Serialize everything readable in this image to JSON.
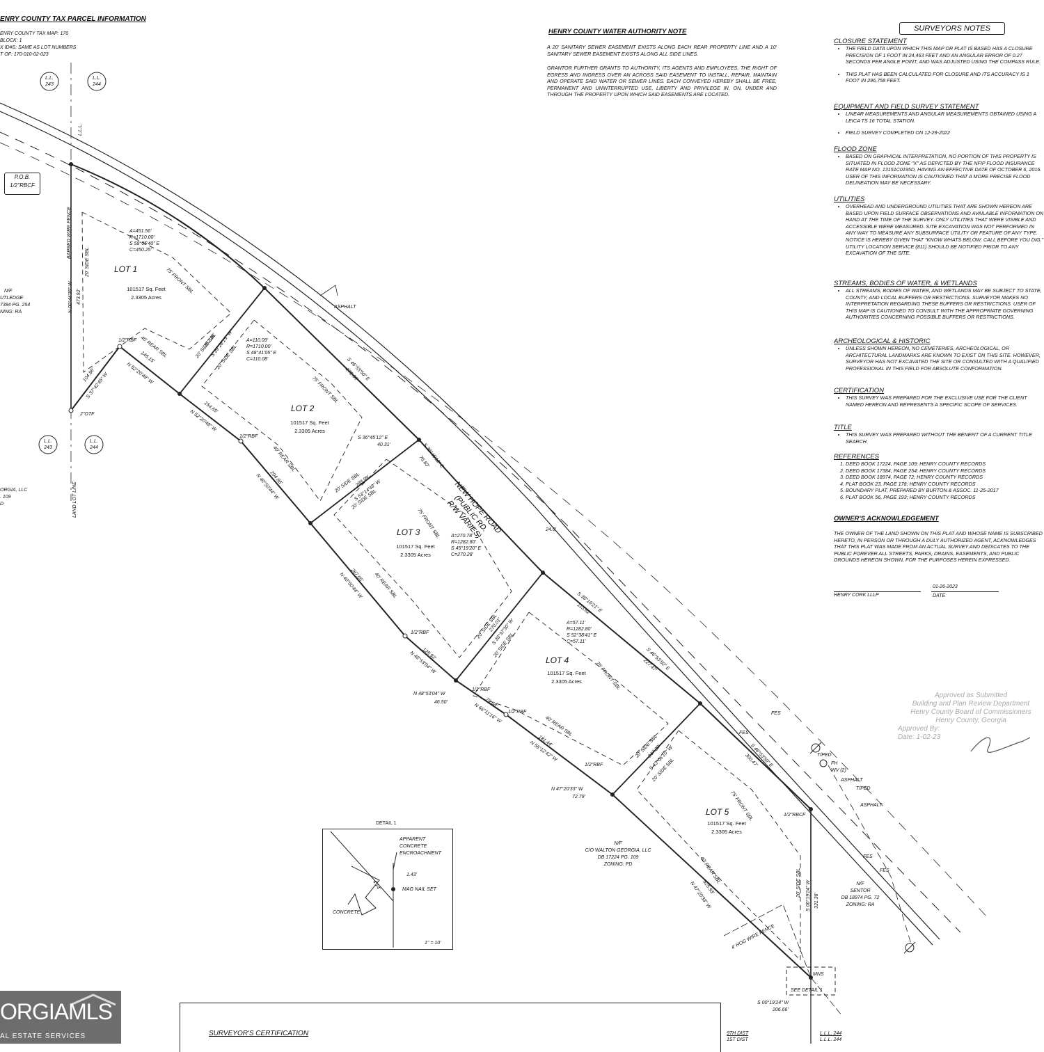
{
  "header_left": {
    "title": "ENRY COUNTY TAX PARCEL INFORMATION",
    "lines": [
      "ENRY COUNTY TAX MAP: 170",
      "BLOCK: 1",
      "X ID#S: SAME AS LOT NUMBERS",
      "T OF: 170-010-02-023"
    ]
  },
  "water_authority": {
    "title": "HENRY COUNTY WATER AUTHORITY NOTE",
    "p1": "A 20' SANITARY SEWER EASEMENT EXISTS ALONG EACH REAR PROPERTY LINE AND A 10' SANITARY SEWER EASEMENT EXISTS ALONG ALL SIDE LINES.",
    "p2": "GRANTOR FURTHER GRANTS TO AUTHORITY, ITS AGENTS AND EMPLOYEES, THE RIGHT OF EGRESS AND INGRESS OVER AN ACROSS SAID EASEMENT TO INSTALL, REPAIR, MAINTAIN AND OPERATE SAID WATER OR SEWER LINES. EACH CONVEYED HEREBY SHALL BE FREE, PERMANENT AND UNINTERRUPTED USE, LIBERTY AND PRIVILEGE IN, ON, UNDER AND THROUGH THE PROPERTY UPON WHICH SAID EASEMENTS ARE LOCATED."
  },
  "surveyors_notes": {
    "title": "SURVEYORS NOTES",
    "closure": {
      "title": "CLOSURE STATEMENT",
      "items": [
        "THE FIELD DATA UPON WHICH THIS MAP OR PLAT IS BASED HAS A CLOSURE PRECISION OF 1 FOOT IN 24,463 FEET AND AN ANGULAR ERROR OF 0.27 SECONDS PER ANGLE POINT, AND WAS ADJUSTED USING THE COMPASS RULE.",
        "THIS PLAT HAS BEEN CALCULATED FOR CLOSURE AND ITS ACCURACY IS 1 FOOT IN 296,758 FEET."
      ]
    },
    "equipment": {
      "title": "EQUIPMENT AND FIELD SURVEY STATEMENT",
      "items": [
        "LINEAR MEASUREMENTS AND ANGULAR MEASUREMENTS OBTAINED USING A LEICA TS 16 TOTAL STATION.",
        "FIELD SURVEY COMPLETED ON 12-29-2022"
      ]
    },
    "flood": {
      "title": "FLOOD ZONE",
      "items": [
        "BASED ON GRAPHICAL INTERPRETATION, NO PORTION OF THIS PROPERTY IS SITUATED IN FLOOD ZONE \"X\" AS DEPICTED BY THE NFIP FLOOD INSURANCE RATE MAP NO. 13151C0195D, HAVING AN EFFECTIVE DATE OF OCTOBER 6, 2016. USER OF THIS INFORMATION IS CAUTIONED THAT A MORE PRECISE FLOOD DELINEATION MAY BE NECESSARY."
      ]
    },
    "utilities": {
      "title": "UTILITIES",
      "items": [
        "OVERHEAD AND UNDERGROUND UTILITIES THAT ARE SHOWN HEREON ARE BASED UPON FIELD SURFACE OBSERVATIONS AND AVAILABLE INFORMATION ON HAND AT THE TIME OF THE SURVEY. ONLY UTILITIES THAT WERE VISIBLE AND ACCESSIBLE WERE MEASURED. SITE EXCAVATION WAS NOT PERFORMED IN ANY WAY TO MEASURE ANY SUBSURFACE UTILITY OR FEATURE OF ANY TYPE. NOTICE IS HEREBY GIVEN THAT \"KNOW WHATS BELOW. CALL BEFORE YOU DIG.\" UTILITY LOCATION SERVICE (811) SHOULD BE NOTIFIED PRIOR TO ANY EXCAVATION OF THE SITE."
      ]
    },
    "streams": {
      "title": "STREAMS, BODIES OF WATER, & WETLANDS",
      "items": [
        "ALL STREAMS, BODIES OF WATER, AND WETLANDS MAY BE SUBJECT TO STATE, COUNTY, AND LOCAL BUFFERS OR RESTRICTIONS. SURVEYOR MAKES NO INTERPRETATION REGARDING THESE BUFFERS OR RESTRICTIONS. USER OF THIS MAP IS CAUTIONED TO CONSULT WITH THE APPROPRIATE GOVERNING AUTHORITIES CONCERNING POSSIBLE BUFFERS OR RESTRICTIONS."
      ]
    },
    "archeological": {
      "title": "ARCHEOLOGICAL & HISTORIC",
      "items": [
        "UNLESS SHOWN HEREON, NO CEMETERIES, ARCHEOLOGICAL, OR ARCHITECTURAL LANDMARKS ARE KNOWN TO EXIST ON THIS SITE. HOWEVER, SURVEYOR HAS NOT EXCAVATED THE SITE OR CONSULTED WITH A QUALIFIED PROFESSIONAL IN THIS FIELD FOR ABSOLUTE CONFORMATION."
      ]
    },
    "certification": {
      "title": "CERTIFICATION",
      "items": [
        "THIS SURVEY WAS PREPARED FOR THE EXCLUSIVE USE FOR THE CLIENT NAMED HEREON AND REPRESENTS A SPECIFIC SCOPE OF SERVICES."
      ]
    },
    "title_sec": {
      "title": "TITLE",
      "items": [
        "THIS SURVEY WAS PREPARED WITHOUT THE BENEFIT OF A CURRENT TITLE SEARCH."
      ]
    },
    "references": {
      "title": "REFERENCES",
      "items": [
        "DEED BOOK 17224, PAGE 109; HENRY COUNTY RECORDS",
        "DEED BOOK 17384, PAGE 254; HENRY COUNTY RECORDS",
        "DEED BOOK 18974, PAGE 72; HENRY COUNTY RECORDS",
        "PLAT BOOK 23, PAGE 178; HENRY COUNTY RECORDS",
        "BOUNDARY PLAT, PREPARED BY BURTON & ASSOC. 11-25-2017",
        "PLAT BOOK 56, PAGE 193; HENRY COUNTY RECORDS"
      ]
    },
    "owners": {
      "title": "OWNER'S ACKNOWLEDGEMENT",
      "text": "THE OWNER OF THE LAND SHOWN ON THIS PLAT AND WHOSE NAME IS SUBSCRIBED HERETO, IN PERSON OR THROUGH A DULY AUTHORIZED AGENT, ACKNOWLEDGES THAT THIS PLAT WAS MADE FROM AN ACTUAL SURVEY AND DEDICATES TO THE PUBLIC FOREVER ALL STREETS, PARKS, DRAINS, EASEMENTS, AND PUBLIC GROUNDS HEREON SHOWN, FOR THE PURPOSES HEREIN EXPRESSED.",
      "signer": "HENRY CORK LLLP",
      "date_value": "01-26-2023",
      "date_label": "DATE"
    }
  },
  "approval_stamp": {
    "lines": [
      "Approved as Submitted",
      "Building and Plan Review Department",
      "Henry County Board of Commissioners",
      "Henry County, Georgia",
      "Approved By:",
      "Date: 1-02-23"
    ]
  },
  "lots": [
    {
      "name": "LOT 1",
      "sqft": "101517 Sq. Feet",
      "acres": "2.3305 Acres"
    },
    {
      "name": "LOT 2",
      "sqft": "101517 Sq. Feet",
      "acres": "2.3305 Acres"
    },
    {
      "name": "LOT 3",
      "sqft": "101517 Sq. Feet",
      "acres": "2.3305 Acres"
    },
    {
      "name": "LOT 4",
      "sqft": "101517 Sq. Feet",
      "acres": "2.3305 Acres"
    },
    {
      "name": "LOT 5",
      "sqft": "101517 Sq. Feet",
      "acres": "2.3305 Acres"
    }
  ],
  "road": {
    "name": "NEW HOPE ROAD",
    "sub1": "(PUBLIC RD.",
    "sub2": "R/W VARIES)",
    "width": "24.0'"
  },
  "labels": {
    "pob": "P.O.B.",
    "pob_sub": "1/2\"RBCF",
    "ll243": "L.L.\n243",
    "ll244": "L.L.\n244",
    "barbed": "BARBED WIRE FENCE",
    "land_lot_line": "LAND LOT LINE",
    "lll": "L.L.L.",
    "asphalt": "ASPHALT",
    "otf": "2\"OTF",
    "rbf": "1/2\"RBF",
    "rbcf": "1/2\"RBCF",
    "fes": "FES",
    "tped": "T/PED",
    "fh": "FH",
    "ww": "WV (2)",
    "mns": "MNS",
    "see_detail": "SEE DETAIL 1",
    "hog_wire": "4' HOG WIRE FENCE",
    "front_sbl": "75' FRONT SBL",
    "rear_sbl": "40' REAR SBL",
    "side_sbl": "20' SIDE SBL",
    "dist_9th": "9TH DIST",
    "dist_1st": "1ST DIST",
    "lll244": "L.L.L. 244",
    "lll_244b": "L.L.L. 244"
  },
  "bearings": {
    "curve1": [
      "A=451.56'",
      "R=1710.00'",
      "S 58°05'40\" E",
      "C=450.25'"
    ],
    "curve2": [
      "A=110.09'",
      "R=1710.00'",
      "S 48°41'05\" E",
      "C=110.08'"
    ],
    "curve3": [
      "A=270.78'",
      "R=1282.80'",
      "S 45°19'20\" E",
      "C=270.28'"
    ],
    "curve4": [
      "A=57.11'",
      "R=1282.80'",
      "S 52°38'41\" E",
      "C=57.11'"
    ],
    "west_line": "N 00°44'35\" W",
    "west_dist": "473.92'",
    "sw1": "S 37°42'45\" W",
    "sw1d": "104.86'",
    "l1": "N 52°20'48\" W",
    "l1d": "145.15'",
    "l1b": "N 52°20'48\" W",
    "l1bd": "154.65'",
    "lot12": "S 39°28'15\" W",
    "lot12d": "252.36'",
    "road1": "S 46°53'50\" E",
    "road1d": "272.01'",
    "s3645": "S 36°45'12\" E",
    "s3645d": "40.31'",
    "s3645b": "S 36°45'12\" E",
    "s3645bd": "76.83'",
    "lot23": "S 53°14'48\" W",
    "lot23d": "288.99'",
    "rear2": "N 40°50'44\" W",
    "rear2d": "204.86'",
    "rear3": "N 40°50'44\" W",
    "rear3d": "287.05'",
    "r3b": "N 48°53'04\" W",
    "r3bd": "128.92'",
    "lot34": "S 38°37'30\" W",
    "lot34d": "270.01'",
    "road2": "S 38°16'21\" E",
    "road2d": "113.62'",
    "n4853": "N 48°53'04\" W",
    "n4853d": "46.50'",
    "n6611": "N 66°11'16\" W",
    "n6611d": "79.68'",
    "n5612": "N 56°12'42\" W",
    "n5612d": "181.44'",
    "road3": "S 46°53'50\" E",
    "road3d": "227.47'",
    "lot45": "S 43°06'10\" W",
    "lot45d": "347.30'",
    "n4720a": "N 47°20'33\" W",
    "n4720ad": "72.79'",
    "road4": "S 46°53'50\" E",
    "road4d": "300.47'",
    "rear5": "N 47°20'33\" W",
    "rear5d": "525.93'",
    "east5": "S 00°19'24\" W",
    "east5d": "331.36'",
    "south": "S 00°19'24\" W",
    "southd": "206.66'"
  },
  "neighbors": {
    "west": {
      "nf": "N/F",
      "l1": "UTLEDGE",
      "l2": "7384 PG. 254",
      "l3": "NING: RA"
    },
    "west2": {
      "l1": "ORGIA, LLC",
      "l2": ". 109",
      "l3": "D"
    },
    "south": {
      "nf": "N/F",
      "l1": "C/O WALTON GEORGIA, LLC",
      "l2": "DB 17224 PG. 109",
      "l3": "ZONING: PD"
    },
    "east": {
      "nf": "N/F",
      "l1": "SENTOR",
      "l2": "DB 18974 PG. 72",
      "l3": "ZONING: RA"
    }
  },
  "detail1": {
    "title": "DETAIL 1",
    "encroach": [
      "APPARENT",
      "CONCRETE",
      "ENCROACHMENT"
    ],
    "d1": "1.43'",
    "d2": "4.14'",
    "mag": "MAG NAIL SET",
    "concrete": "CONCRETE",
    "scale": "1\" = 10'"
  },
  "surveyor_cert": {
    "title": "SURVEYOR'S CERTIFICATION"
  },
  "logo": {
    "main": "ORGIAMLS",
    "sub": "AL ESTATE SERVICES"
  }
}
